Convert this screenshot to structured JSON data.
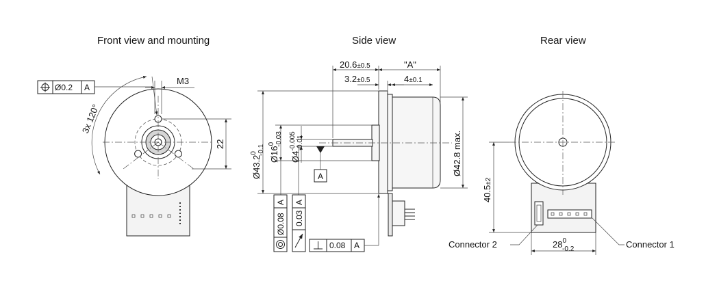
{
  "views": {
    "front": {
      "title": "Front view and mounting"
    },
    "side": {
      "title": "Side view"
    },
    "rear": {
      "title": "Rear view"
    }
  },
  "front": {
    "position_tolerance": {
      "value": "Ø0.2",
      "datum": "A"
    },
    "thread_label": "M3",
    "angle_label": "3x 120°",
    "height_dim": "22"
  },
  "side": {
    "dim_shaft_length": {
      "base": "20.6",
      "tol": "±0.5"
    },
    "dim_a": "\"A\"",
    "dim_flange": {
      "base": "3.2",
      "tol": "±0.5"
    },
    "dim_body_step": {
      "base": "4",
      "tol": "±0.1"
    },
    "dia_flange": {
      "base": "Ø43.2",
      "upper": "0",
      "lower": "-0.1"
    },
    "dia_pilot": {
      "base": "Ø16",
      "upper": "0",
      "lower": "-0.03"
    },
    "dia_shaft": {
      "base": "Ø4",
      "upper": "-0.005",
      "lower": "-0.01"
    },
    "dia_body": "Ø42.8 max.",
    "datum_a": "A",
    "concentricity_frame": {
      "value": "Ø0.08",
      "datum": "A"
    },
    "runout_frame": {
      "value": "0.03",
      "datum": "A"
    },
    "perpendicularity_frame": {
      "value": "0.08",
      "datum": "A"
    }
  },
  "rear": {
    "dim_height": {
      "base": "40.5",
      "tol": "±2"
    },
    "dim_width": {
      "base": "28",
      "upper": "0",
      "lower": "-0.2"
    },
    "connector_2": "Connector 2",
    "connector_1": "Connector 1"
  },
  "colors": {
    "line": "#222222",
    "body_fill": "#f6f6f6",
    "board_fill": "#f3f3f3",
    "hub_fill": "#d6d6d6"
  }
}
